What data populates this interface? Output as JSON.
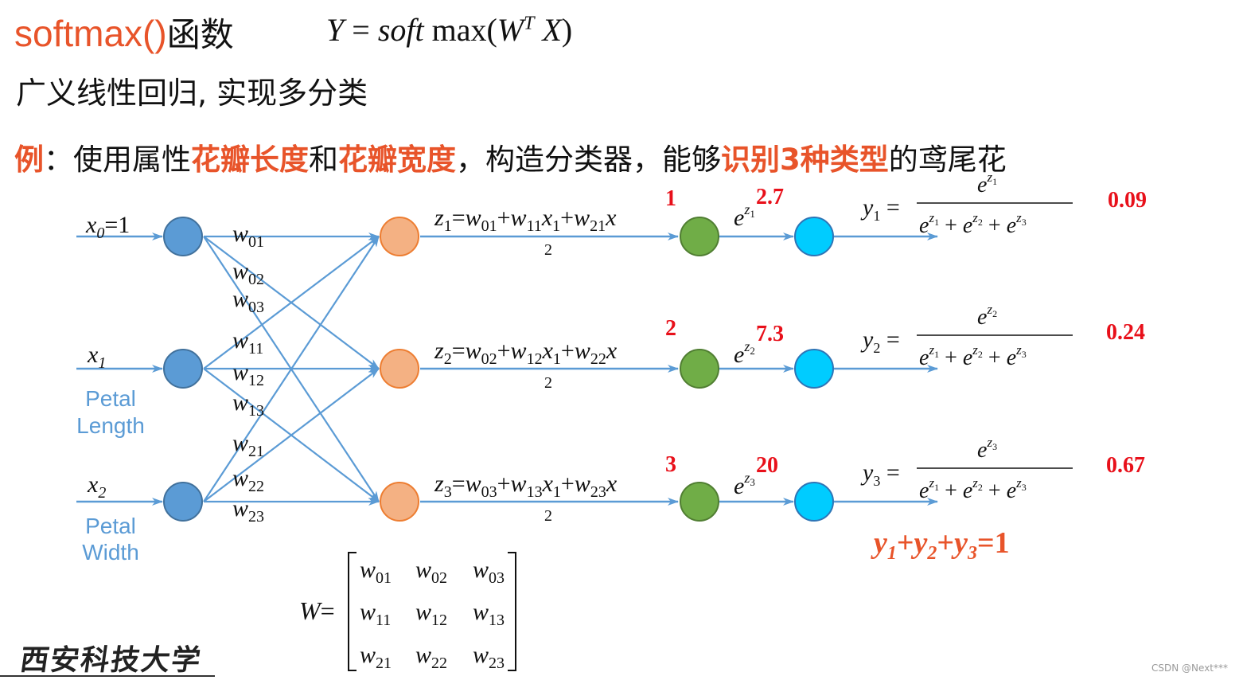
{
  "header": {
    "title": "softmax()",
    "title_cn": "函数",
    "formula_lhs": "Y",
    "formula_eq": " = ",
    "formula_soft": "soft",
    "formula_max": " max(",
    "formula_w": "W",
    "formula_t": "T",
    "formula_x": " X",
    "formula_close": ")"
  },
  "subtitle": "广义线性回归, 实现多分类",
  "example": {
    "prefix": "例",
    "colon": "：使用属性",
    "hl1": "花瓣长度",
    "and": "和",
    "hl2": "花瓣宽度",
    "mid": "，构造分类器，能够",
    "hl3": "识别3种类型",
    "suffix": "的鸢尾花"
  },
  "inputs": {
    "x0": "x",
    "x0_sub": "0",
    "x0_val": "=1",
    "x1": "x",
    "x1_sub": "1",
    "x2": "x",
    "x2_sub": "2",
    "petal_length_1": "Petal",
    "petal_length_2": "Length",
    "petal_width_1": "Petal",
    "petal_width_2": "Width"
  },
  "weights": [
    {
      "w": "w",
      "sub": "01"
    },
    {
      "w": "w",
      "sub": "02"
    },
    {
      "w": "w",
      "sub": "03"
    },
    {
      "w": "w",
      "sub": "11"
    },
    {
      "w": "w",
      "sub": "12"
    },
    {
      "w": "w",
      "sub": "13"
    },
    {
      "w": "w",
      "sub": "21"
    },
    {
      "w": "w",
      "sub": "22"
    },
    {
      "w": "w",
      "sub": "23"
    }
  ],
  "z_formulas": [
    {
      "z": "z",
      "zsub": "1",
      "eq": "=",
      "w0": "w",
      "w0sub": "01",
      "w1": "w",
      "w1sub": "11",
      "x1": "x",
      "x1sub": "1",
      "w2": "w",
      "w2sub": "21",
      "x2": "x",
      "x2sub": "2",
      "plus": "+"
    },
    {
      "z": "z",
      "zsub": "2",
      "eq": "=",
      "w0": "w",
      "w0sub": "02",
      "w1": "w",
      "w1sub": "12",
      "x1": "x",
      "x1sub": "1",
      "w2": "w",
      "w2sub": "22",
      "x2": "x",
      "x2sub": "2",
      "plus": "+"
    },
    {
      "z": "z",
      "zsub": "3",
      "eq": "=",
      "w0": "w",
      "w0sub": "03",
      "w1": "w",
      "w1sub": "13",
      "x1": "x",
      "x1sub": "1",
      "w2": "w",
      "w2sub": "23",
      "x2": "x",
      "x2sub": "2",
      "plus": "+"
    }
  ],
  "z_values": [
    "1",
    "2",
    "3"
  ],
  "exp_labels": [
    {
      "e": "e",
      "z": "z",
      "sub": "1",
      "val": "2.7"
    },
    {
      "e": "e",
      "z": "z",
      "sub": "2",
      "val": "7.3"
    },
    {
      "e": "e",
      "z": "z",
      "sub": "3",
      "val": "20"
    }
  ],
  "outputs": [
    {
      "y": "y",
      "sub": "1",
      "eq": "=",
      "num_e": "e",
      "num_z": "z",
      "num_sub": "1",
      "prob": "0.09"
    },
    {
      "y": "y",
      "sub": "2",
      "eq": "=",
      "num_e": "e",
      "num_z": "z",
      "num_sub": "2",
      "prob": "0.24"
    },
    {
      "y": "y",
      "sub": "3",
      "eq": "=",
      "num_e": "e",
      "num_z": "z",
      "num_sub": "3",
      "prob": "0.67"
    }
  ],
  "denominator": {
    "e": "e",
    "z": "z",
    "s1": "1",
    "s2": "2",
    "s3": "3",
    "plus": "+"
  },
  "sum_eq": {
    "y": "y",
    "s1": "1",
    "s2": "2",
    "s3": "3",
    "plus": "+",
    "eq": "=",
    "one": "1"
  },
  "matrix": {
    "label": "W",
    "eq": "=",
    "rows": [
      [
        "01",
        "02",
        "03"
      ],
      [
        "11",
        "12",
        "13"
      ],
      [
        "21",
        "22",
        "23"
      ]
    ],
    "w": "w"
  },
  "colors": {
    "accent": "#E8542A",
    "red": "#E8101A",
    "arrow": "#5B9BD5",
    "input_node": "#5B9BD5",
    "hidden_node": "#F4B183",
    "exp_node": "#70AD47",
    "out_node": "#00CCFF",
    "blue_text": "#5B9BD5"
  },
  "logo": "西安科技大学",
  "watermark": "CSDN @Next***"
}
